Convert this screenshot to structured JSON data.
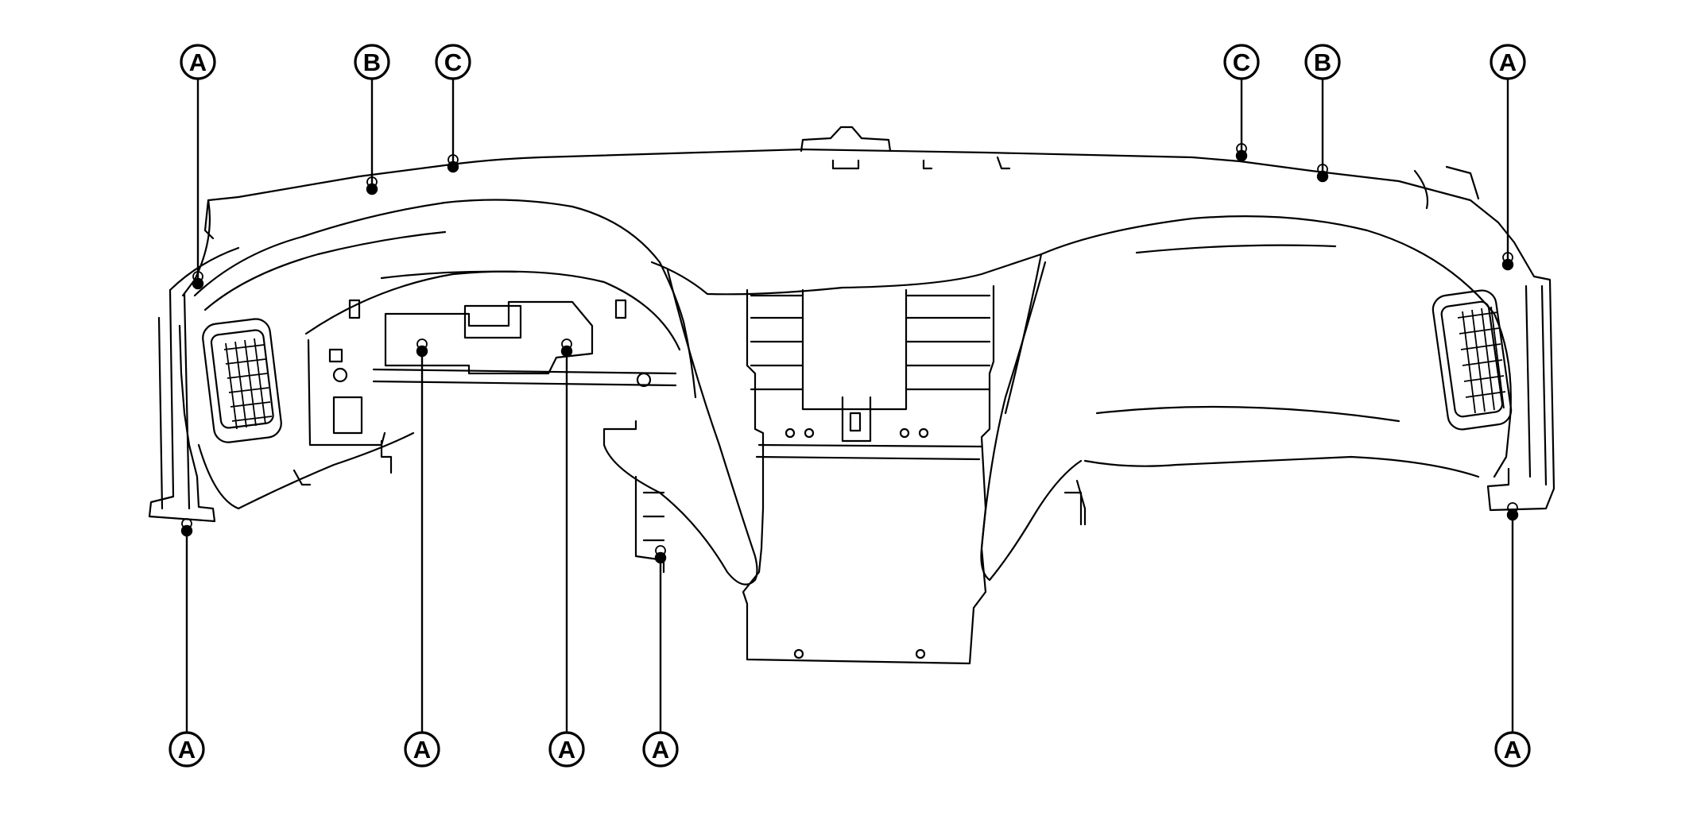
{
  "diagram": {
    "ink_color": "#000000",
    "paper_color": "#ffffff",
    "callouts": [
      {
        "id": "a-top-left",
        "label": "A"
      },
      {
        "id": "b-top-left",
        "label": "B"
      },
      {
        "id": "c-top-left",
        "label": "C"
      },
      {
        "id": "c-top-right",
        "label": "C"
      },
      {
        "id": "b-top-right",
        "label": "B"
      },
      {
        "id": "a-top-right",
        "label": "A"
      },
      {
        "id": "a-bottom-1",
        "label": "A"
      },
      {
        "id": "a-bottom-2",
        "label": "A"
      },
      {
        "id": "a-bottom-3",
        "label": "A"
      },
      {
        "id": "a-bottom-4",
        "label": "A"
      },
      {
        "id": "a-bottom-5",
        "label": "A"
      }
    ]
  }
}
